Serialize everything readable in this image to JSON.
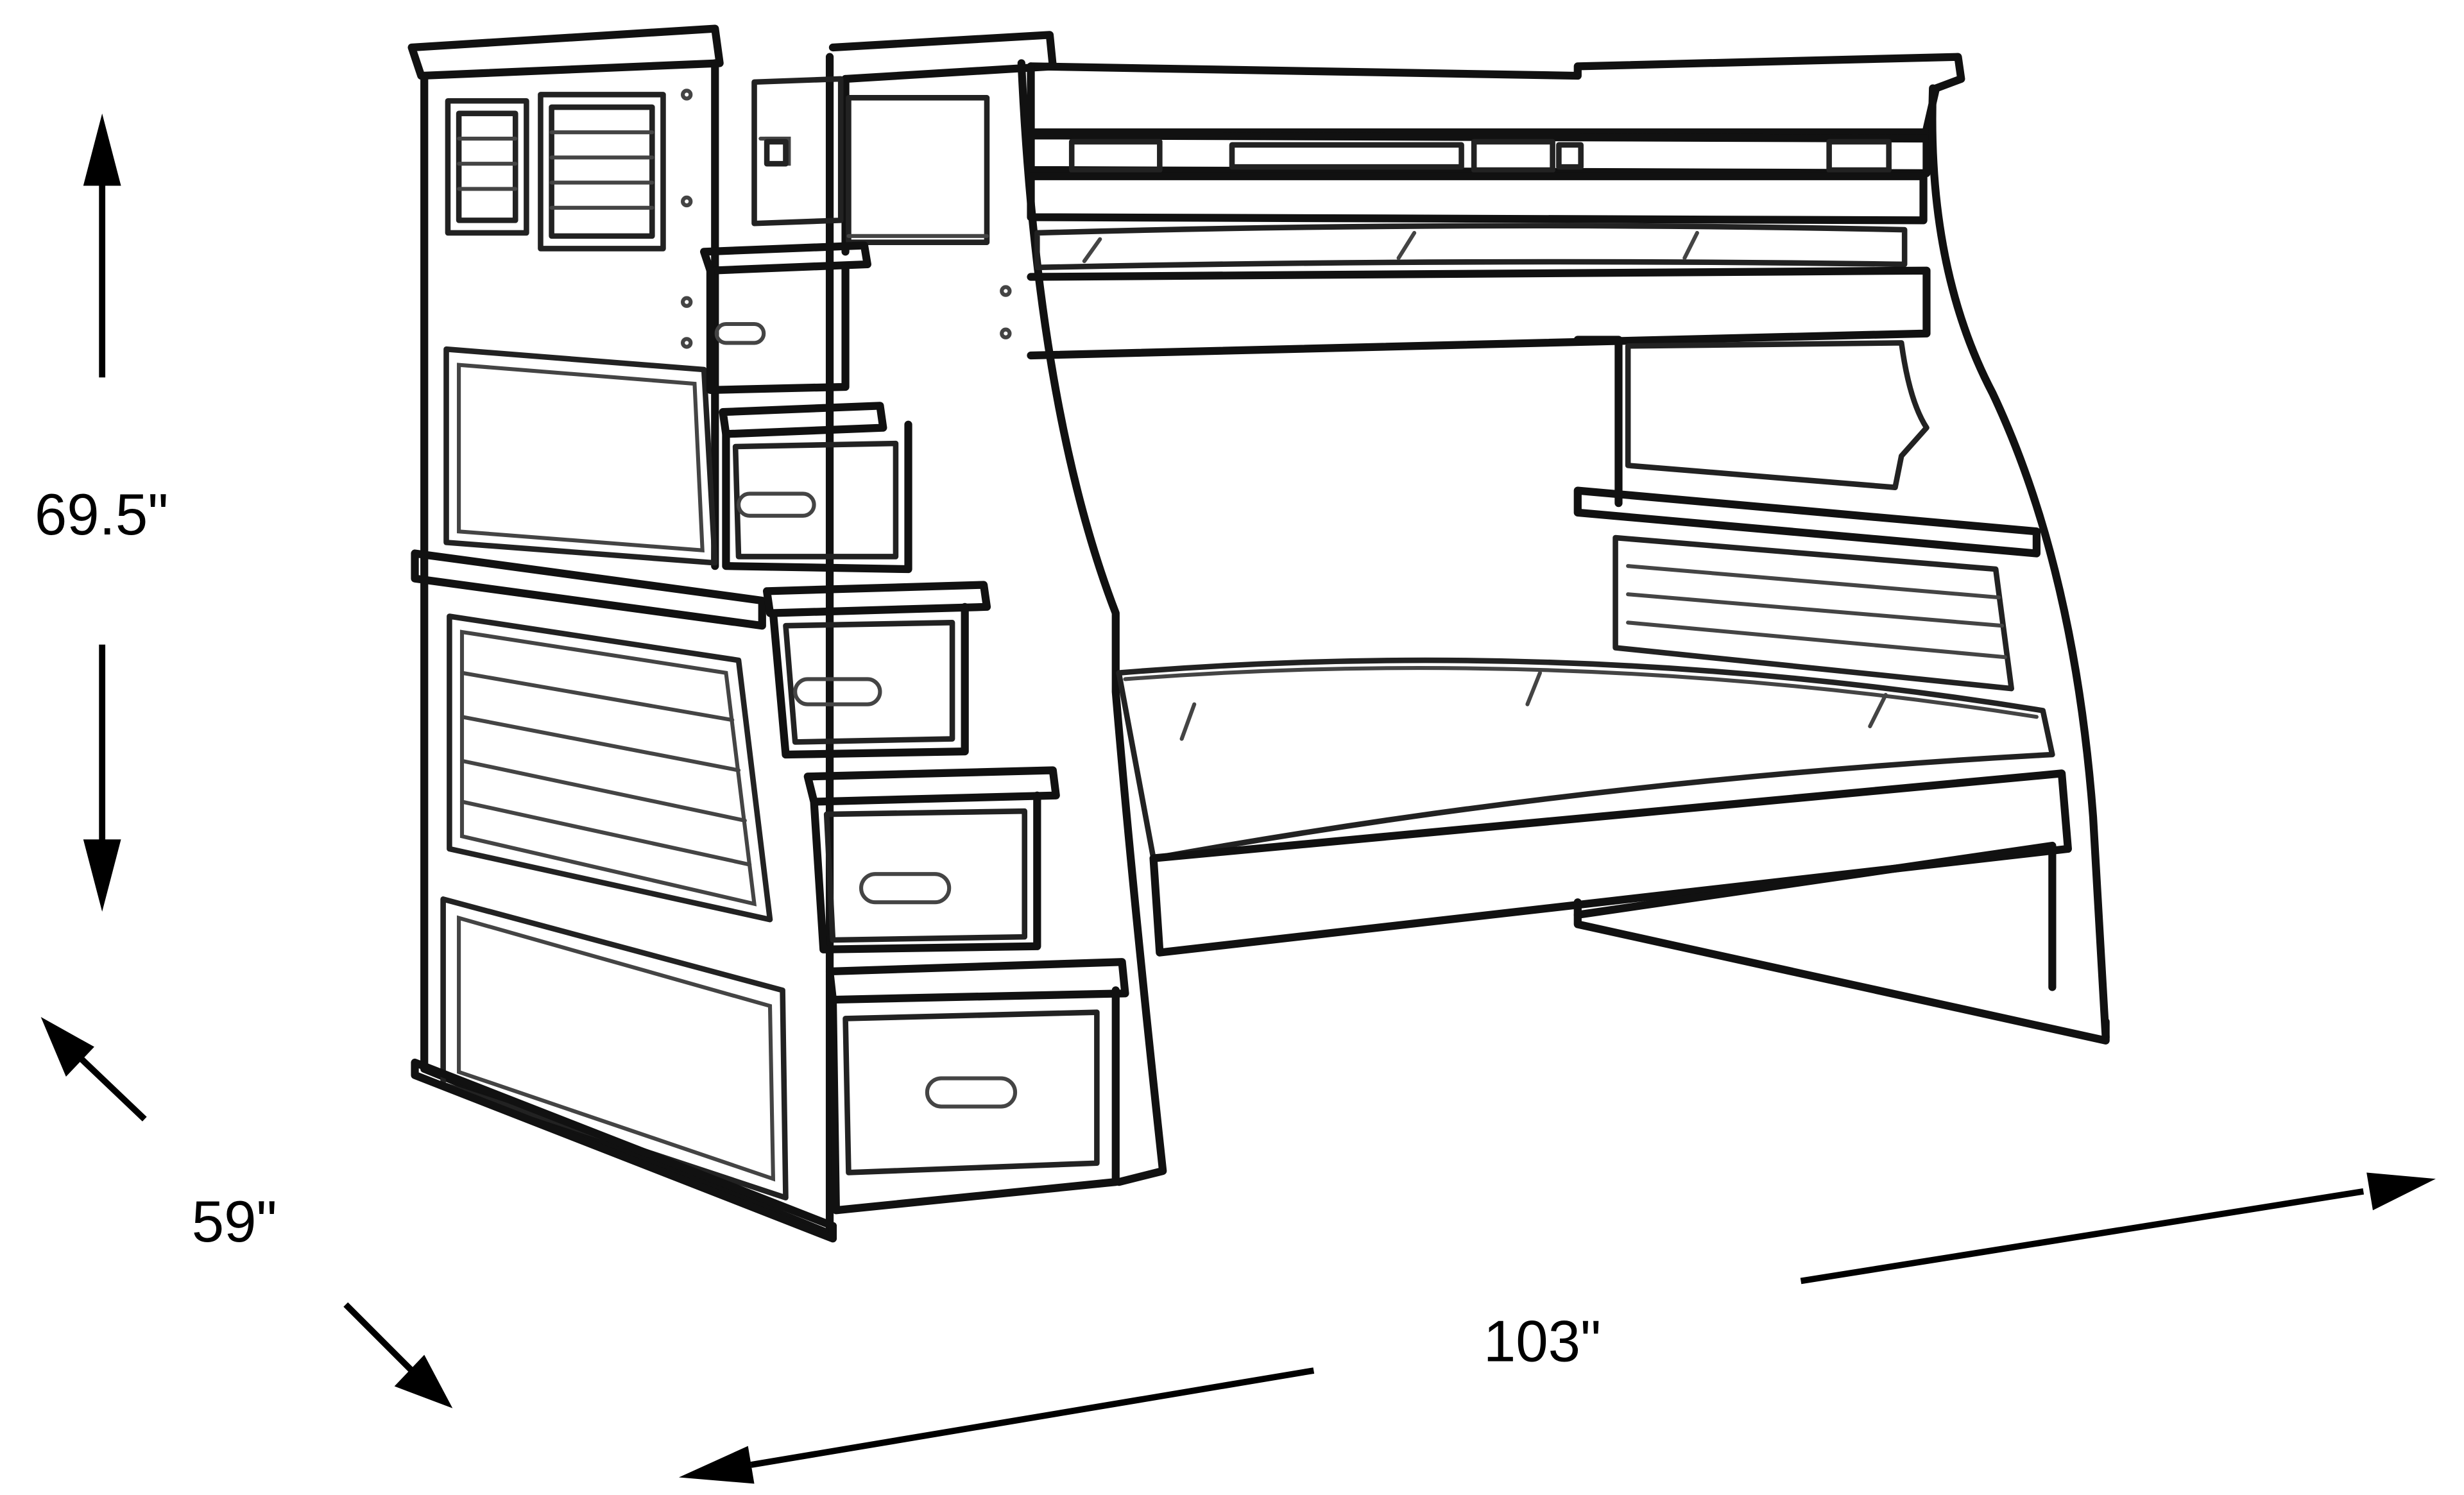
{
  "dimensions": {
    "height": "69.5\"",
    "depth": "59\"",
    "width": "103\""
  },
  "colors": {
    "line": "#111111",
    "background": "#ffffff"
  }
}
